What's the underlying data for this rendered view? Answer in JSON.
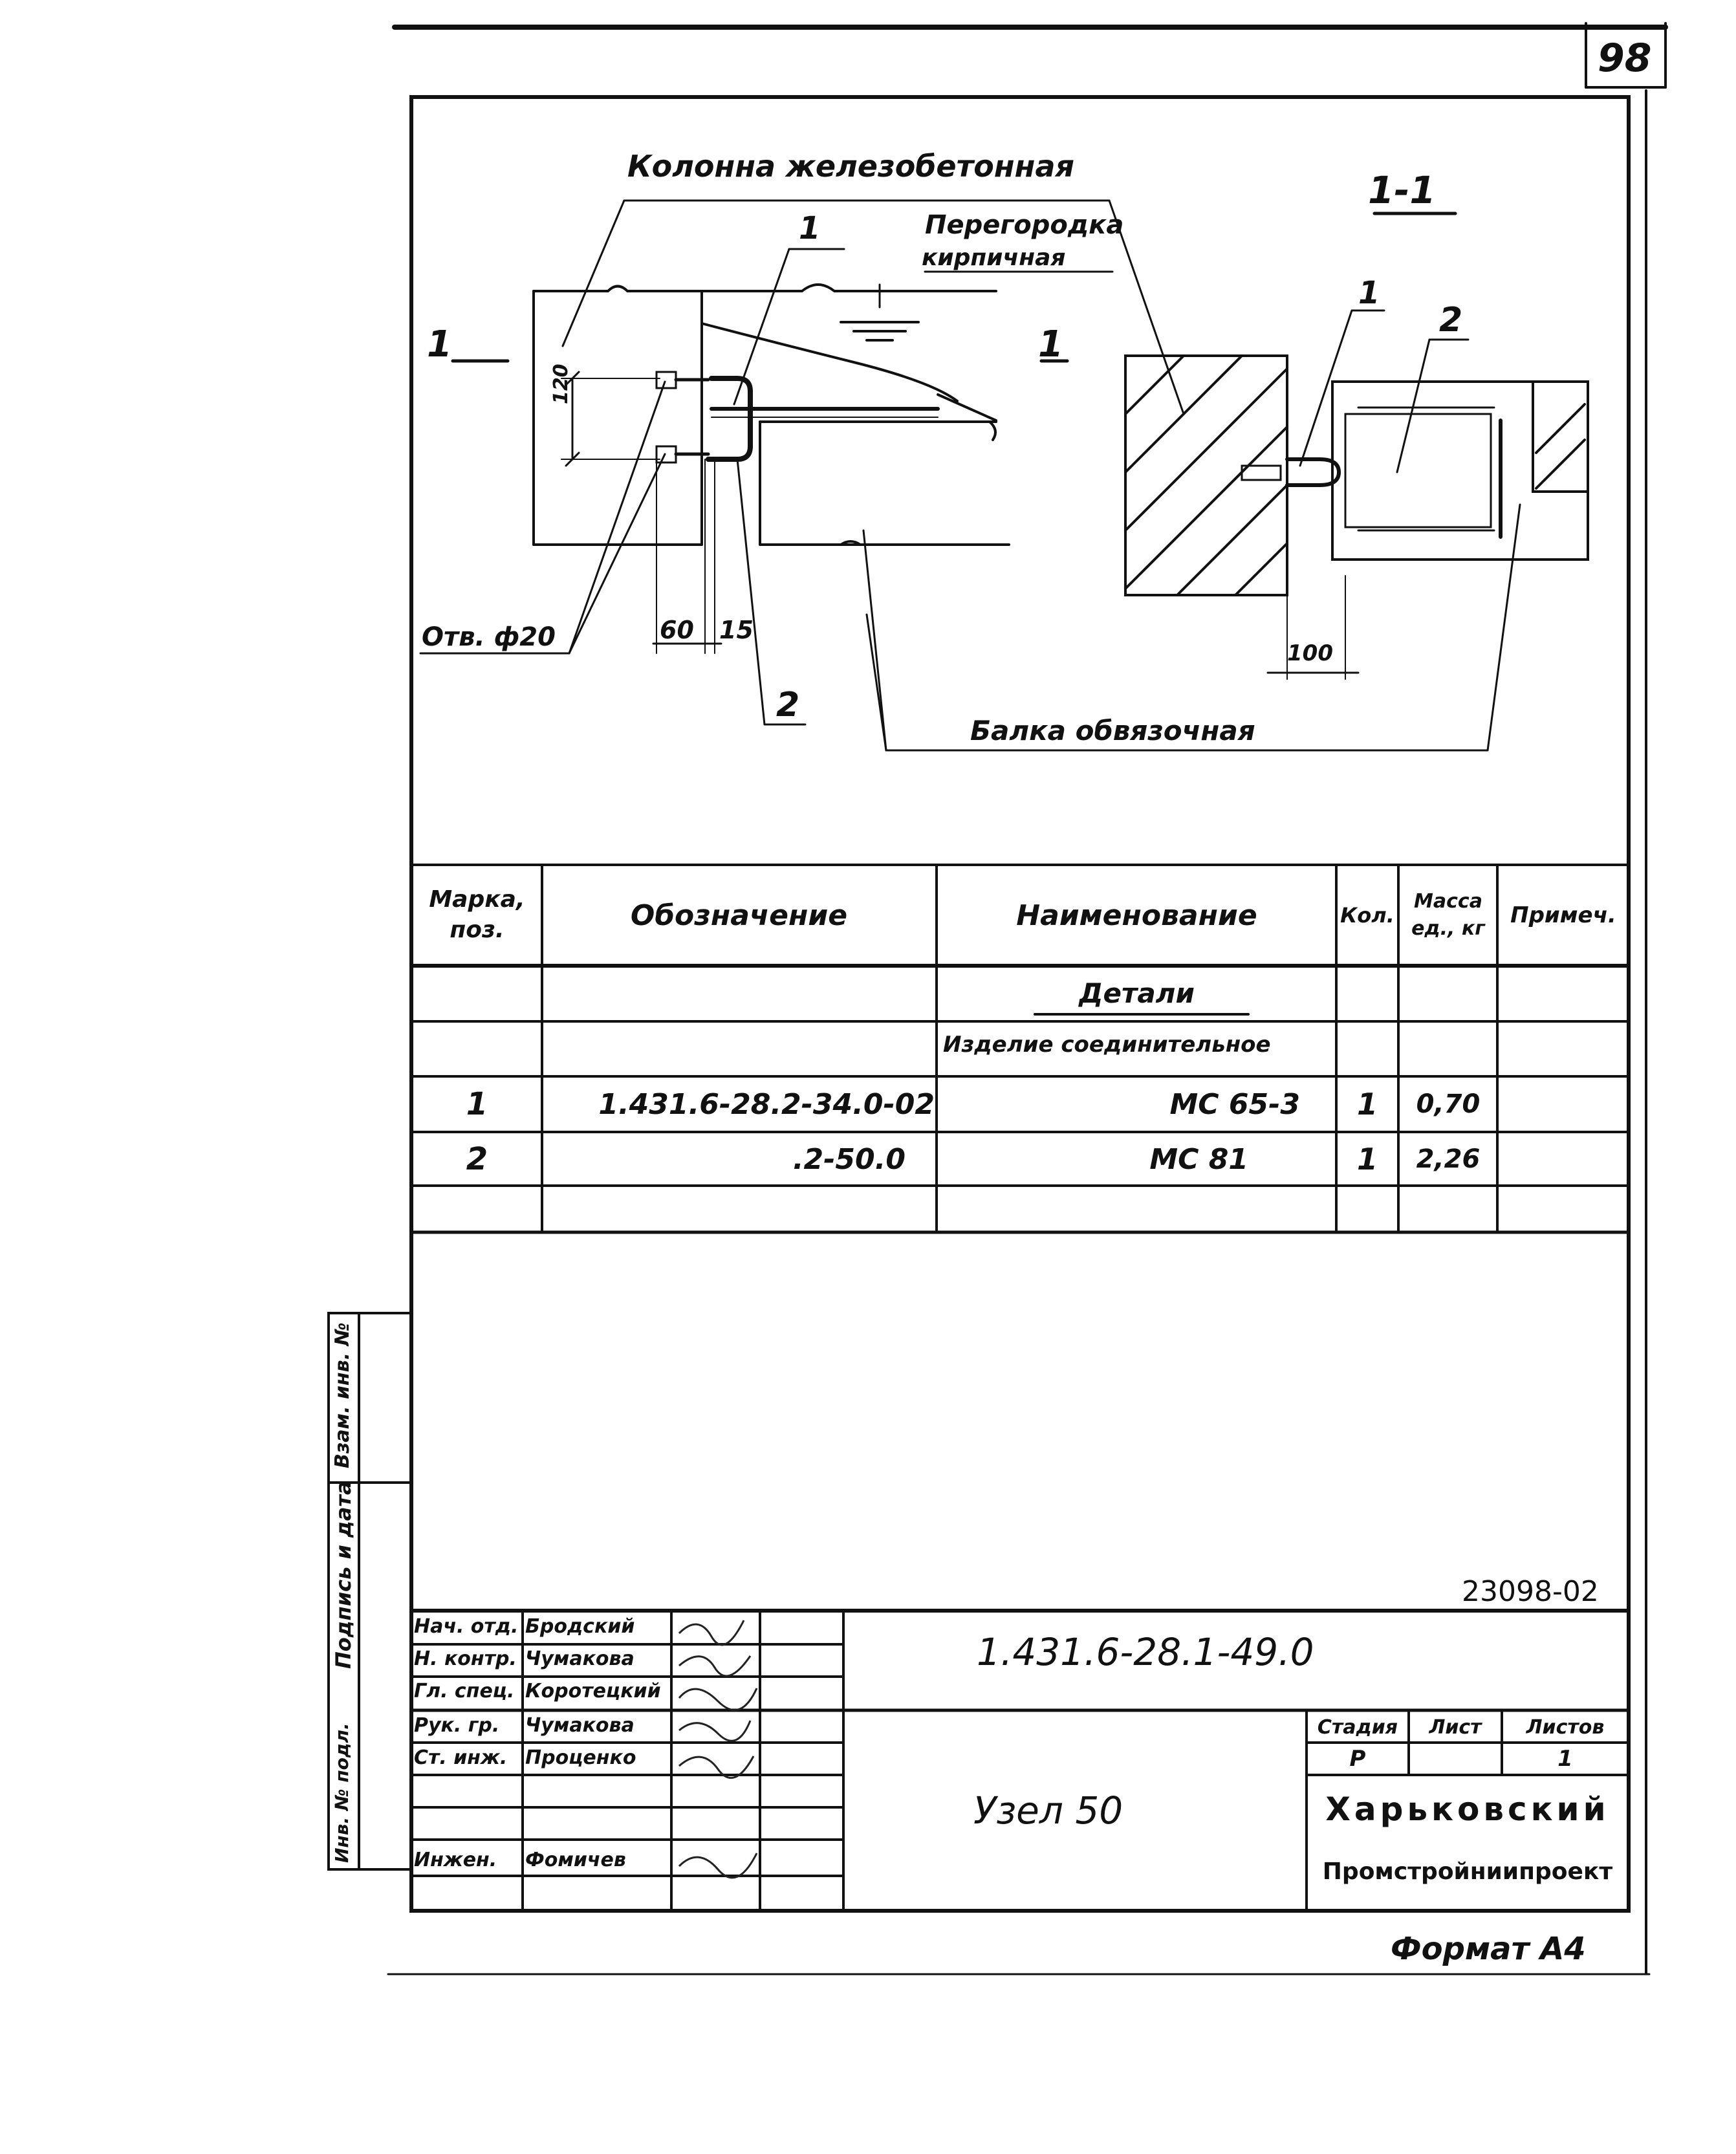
{
  "sheet": {
    "page_number": "98",
    "archive_number": "23098-02",
    "format_label": "Формат А4"
  },
  "drawing": {
    "section_label": "1-1",
    "section_marker_left": "1",
    "section_marker_right": "1",
    "column_label": "Колонна железобетонная",
    "partition_label_line1": "Перегородка",
    "partition_label_line2": "кирпичная",
    "pos1_left": "1",
    "pos1_right": "1",
    "pos2_bottom": "2",
    "pos2_right": "2",
    "hole_label": "Отв. ф20",
    "dim_120": "120",
    "dim_60": "60",
    "dim_15": "15",
    "dim_100": "100",
    "beam_label": "Балка обвязочная"
  },
  "spec_table": {
    "headers": {
      "mark": "Марка, поз.",
      "designation": "Обозначение",
      "name": "Наименование",
      "qty": "Кол.",
      "mass": "Масса ед., кг",
      "note": "Примеч."
    },
    "section_title": "Детали",
    "group_title": "Изделие соединительное",
    "rows": [
      {
        "mark": "1",
        "designation": "1.431.6-28.2-34.0-02",
        "name": "МС 65-3",
        "qty": "1",
        "mass": "0,70",
        "note": ""
      },
      {
        "mark": "2",
        "designation": ".2-50.0",
        "name": "МС 81",
        "qty": "1",
        "mass": "2,26",
        "note": ""
      }
    ]
  },
  "side_stamp": {
    "col1": "Инв. № подл.",
    "col2": "Подпись и дата",
    "col3": "Взам. инв. №"
  },
  "title_block": {
    "document_code": "1.431.6-28.1-49.0",
    "sheet_title": "Узел 50",
    "organization_line1": "Харьковский",
    "organization_line2": "Промстройниипроект",
    "stage_header": "Стадия",
    "sheet_header": "Лист",
    "sheets_header": "Листов",
    "stage_value": "Р",
    "sheet_value": "",
    "sheets_value": "1",
    "personnel": [
      {
        "role": "Нач. отд.",
        "name": "Бродский"
      },
      {
        "role": "Н. контр.",
        "name": "Чумакова"
      },
      {
        "role": "Гл. спец.",
        "name": "Коротецкий"
      },
      {
        "role": "Рук. гр.",
        "name": "Чумакова"
      },
      {
        "role": "Ст. инж.",
        "name": "Проценко"
      },
      {
        "role": "",
        "name": ""
      },
      {
        "role": "Инжен.",
        "name": "Фомичев"
      }
    ]
  }
}
